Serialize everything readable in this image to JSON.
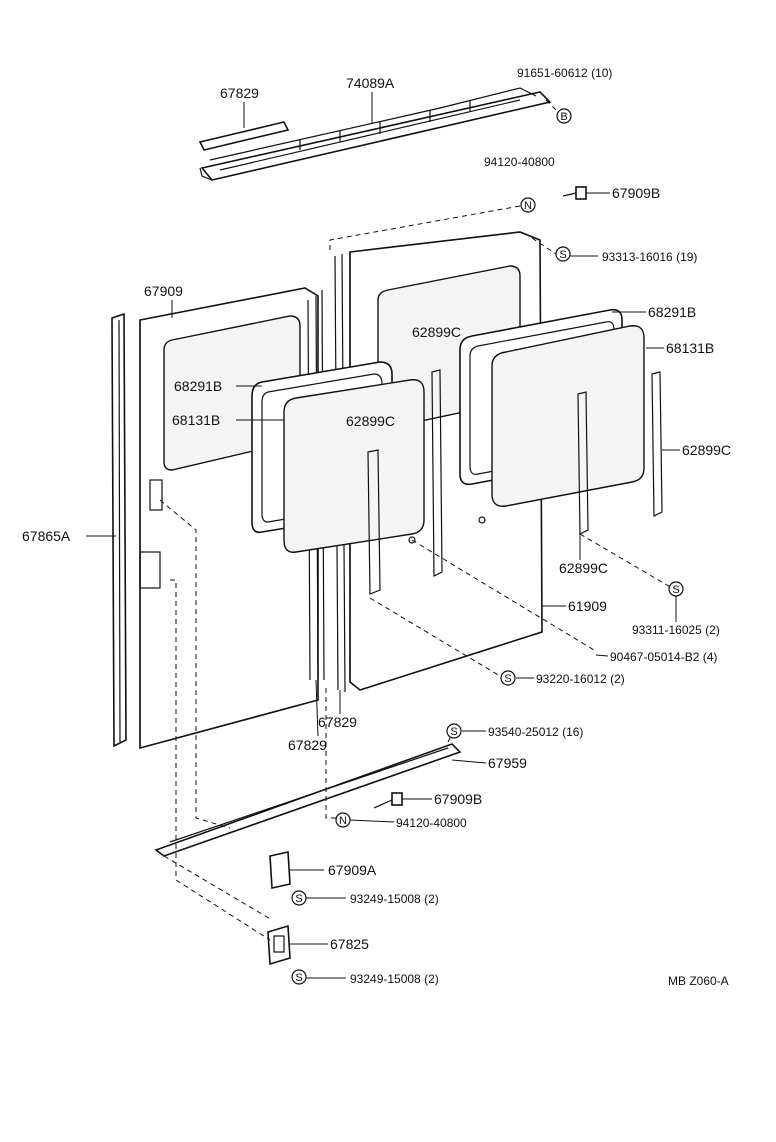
{
  "diagram": {
    "code": "MB Z060-A",
    "parts": {
      "p67829_top": "67829",
      "p74089A": "74089A",
      "p91651": "91651-60612 (10)",
      "p94120_top": "94120-40800",
      "p67909B_top": "67909B",
      "p93313": "93313-16016 (19)",
      "p67909": "67909",
      "p68291B_right": "68291B",
      "p62899C_mid": "62899C",
      "p68131B_right": "68131B",
      "p68291B_left": "68291B",
      "p68131B_left": "68131B",
      "p62899C_left": "62899C",
      "p62899C_right": "62899C",
      "p67865A": "67865A",
      "p62899C_low": "62899C",
      "p93311": "93311-16025 (2)",
      "p61909": "61909",
      "p90467": "90467-05014-B2 (4)",
      "p93220": "93220-16012 (2)",
      "p67829_a": "67829",
      "p67829_b": "67829",
      "p93540": "93540-25012 (16)",
      "p67959": "67959",
      "p67909B_low": "67909B",
      "p94120_low": "94120-40800",
      "p67909A": "67909A",
      "p93249_a": "93249-15008 (2)",
      "p67825": "67825",
      "p93249_b": "93249-15008 (2)"
    },
    "symbols": {
      "b": "B",
      "n": "N",
      "s": "S"
    }
  }
}
